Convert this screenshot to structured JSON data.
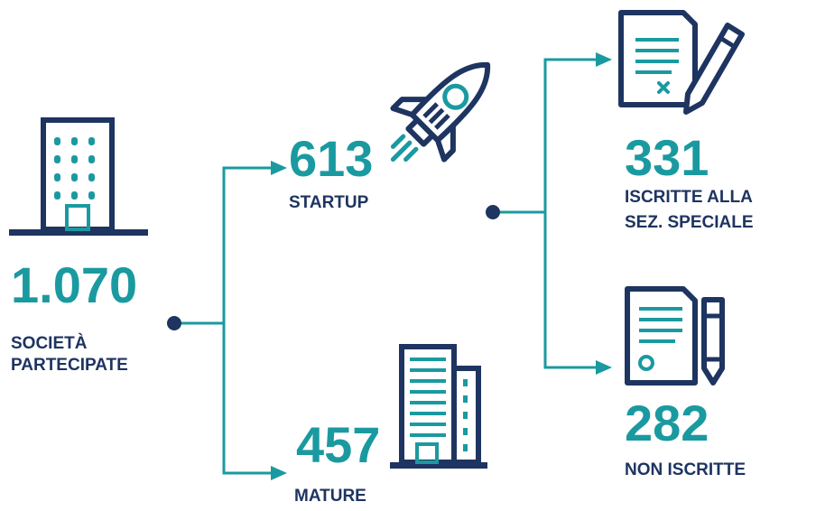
{
  "colors": {
    "teal": "#1a9aa0",
    "navy": "#1e3461",
    "background": "#ffffff"
  },
  "root": {
    "value": "1.070",
    "label_line1": "SOCIETÀ",
    "label_line2": "PARTECIPATE",
    "icon": "office-building-icon"
  },
  "startup": {
    "value": "613",
    "label": "STARTUP",
    "icon": "rocket-icon"
  },
  "mature": {
    "value": "457",
    "label": "MATURE",
    "icon": "buildings-icon"
  },
  "iscritte": {
    "value": "331",
    "label_line1": "ISCRITTE ALLA",
    "label_line2": "SEZ. SPECIALE",
    "icon": "signed-document-pen-icon"
  },
  "non_iscritte": {
    "value": "282",
    "label": "NON ISCRITTE",
    "icon": "document-pen-icon"
  }
}
